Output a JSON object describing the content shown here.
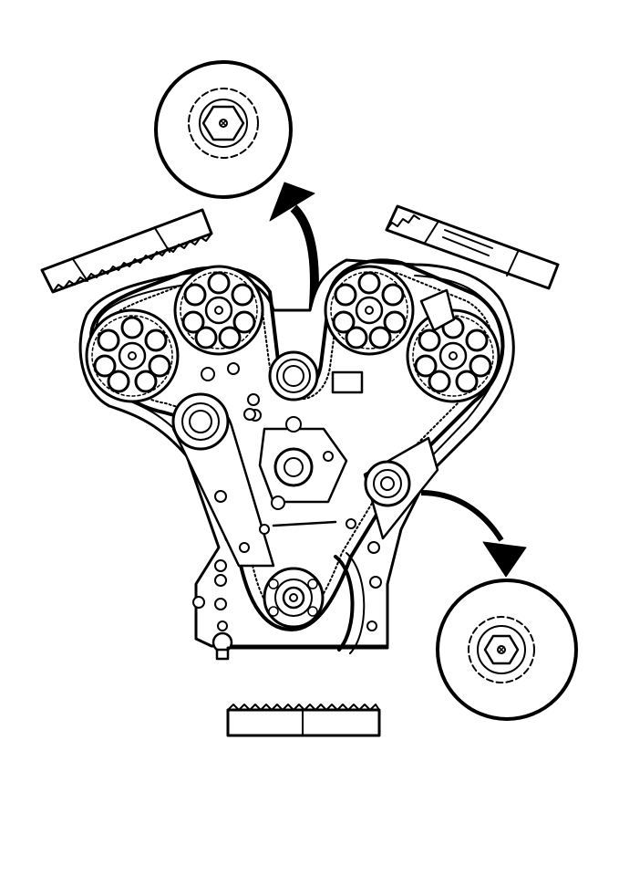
{
  "diagram": {
    "stroke_color": "#000000",
    "fill_color": "#ffffff",
    "views": [
      {
        "name": "detail-view-left-camshaft",
        "icon": "hex-bolt-icon"
      },
      {
        "name": "detail-view-tensioner",
        "icon": "hex-bolt-icon"
      }
    ],
    "arrows": [
      {
        "name": "rotation-arrow-camshaft",
        "direction": "counter-clockwise"
      },
      {
        "name": "rotation-arrow-tensioner",
        "direction": "clockwise"
      }
    ],
    "belt_sections": [
      {
        "name": "belt-section-left"
      },
      {
        "name": "belt-section-right"
      },
      {
        "name": "belt-section-bottom"
      }
    ]
  }
}
